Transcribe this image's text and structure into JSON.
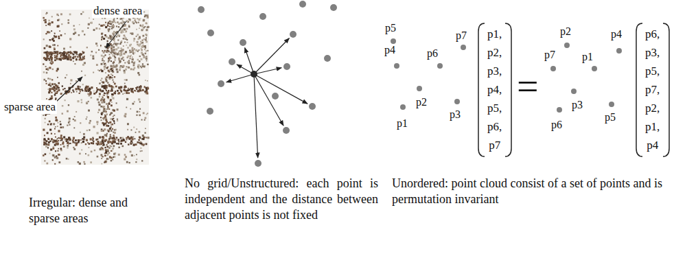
{
  "diagram": {
    "labels": [
      "dense area",
      "sparse area",
      "Irregular: dense and sparse areas",
      "No grid/Unstructured: each point is independent and the distance between adjacent points is not fixed",
      "p5",
      "p7",
      "p4",
      "p6",
      "p2",
      "p3",
      "p1",
      "p1, p2, p3, p4, p5, p6, p7",
      "=",
      "p2",
      "p7",
      "p1",
      "p4",
      "p3",
      "p6",
      "p5",
      "p6, p3, p5, p7, p2, p1, p4",
      "Unordered: point cloud consist of a set of points and is permutation invariant"
    ]
  }
}
